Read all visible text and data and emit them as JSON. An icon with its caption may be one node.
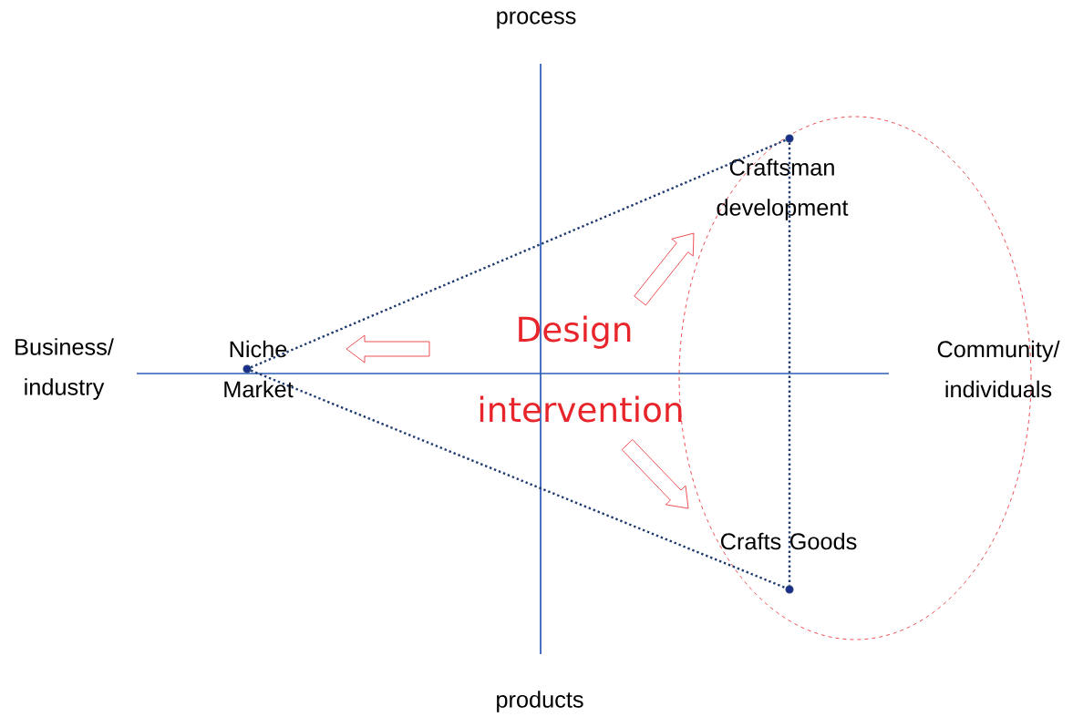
{
  "diagram": {
    "nodes": [
      {
        "text": [],
        "shape": "circle",
        "beside": [
          "Niche Market"
        ]
      },
      {
        "text": [],
        "shape": "circle",
        "beside": [
          "Craftsman development"
        ]
      },
      {
        "text": [],
        "shape": "circle",
        "beside": [
          "Crafts Goods"
        ]
      }
    ],
    "edges": [
      {
        "from": 0,
        "to": 1,
        "arrow": "none"
      },
      {
        "from": 0,
        "to": 2,
        "arrow": "none"
      },
      {
        "from": 1,
        "to": 2,
        "arrow": "none"
      }
    ],
    "labels": [
      "process",
      "Business/ industry",
      "Design intervention",
      "Community/ individuals",
      "products"
    ]
  }
}
